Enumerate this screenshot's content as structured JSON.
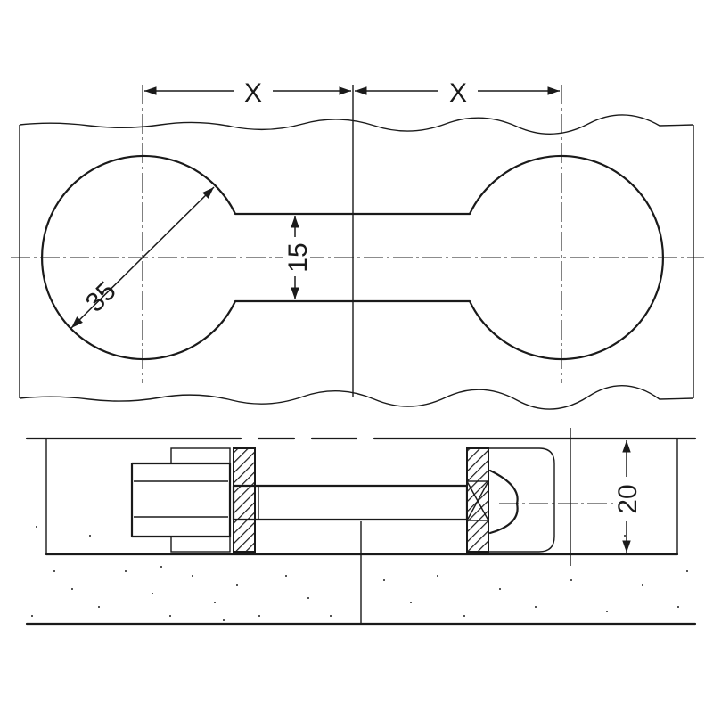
{
  "diagram": {
    "dimensions": {
      "spacing_left": "X",
      "spacing_right": "X",
      "slot_width": "15",
      "circle_diameter": "35",
      "depth": "20"
    },
    "colors": {
      "ink": "#1a1a1a",
      "paper": "#ffffff"
    }
  }
}
